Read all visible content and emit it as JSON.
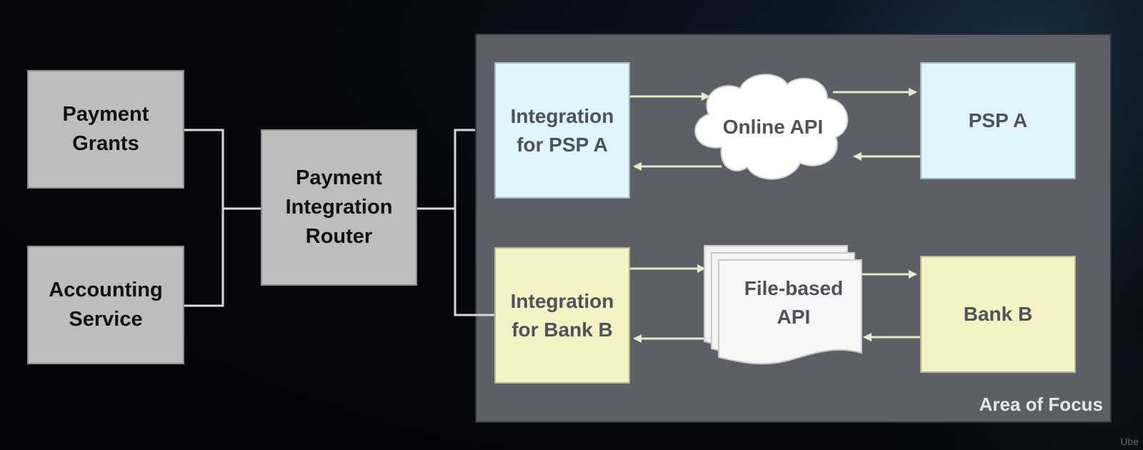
{
  "boxes": {
    "payment_grants": "Payment Grants",
    "accounting_service": "Accounting Service",
    "router": "Payment Integration Router",
    "integration_psp_a": "Integration for PSP A",
    "integration_bank_b": "Integration for Bank B",
    "psp_a": "PSP A",
    "bank_b": "Bank B"
  },
  "shapes": {
    "online_api": "Online API",
    "file_api": "File-based API"
  },
  "focus_area_label": "Area of Focus",
  "corner_text": "Ube",
  "colors": {
    "background": "#05070d",
    "focus_area": "#5d5f66",
    "gray_box": "#bdbdbd",
    "blue_box": "#e2f4fb",
    "yellow_box": "#f4f1c4",
    "arrow": "#dfeec9",
    "connector": "#d9d9d9"
  }
}
